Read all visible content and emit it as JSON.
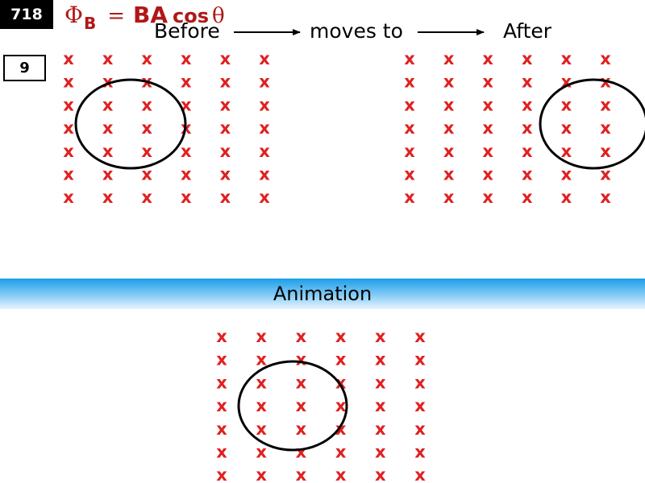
{
  "slide_number": "718",
  "problem_number": "9",
  "formula": {
    "phi": "Φ",
    "subscript": "B",
    "equals": "=",
    "ba": "BA",
    "cos": "cos",
    "theta": "θ"
  },
  "captions": {
    "before": "Before",
    "moves_to": "moves to",
    "after": "After"
  },
  "banner_label": "Animation",
  "field_symbol": "x",
  "field_rows": 7,
  "field_cols": 6,
  "colors": {
    "field": "#e02020",
    "formula": "#b01818",
    "banner_top": "#1a9fe8",
    "banner_bottom": "#e8f5fd"
  }
}
